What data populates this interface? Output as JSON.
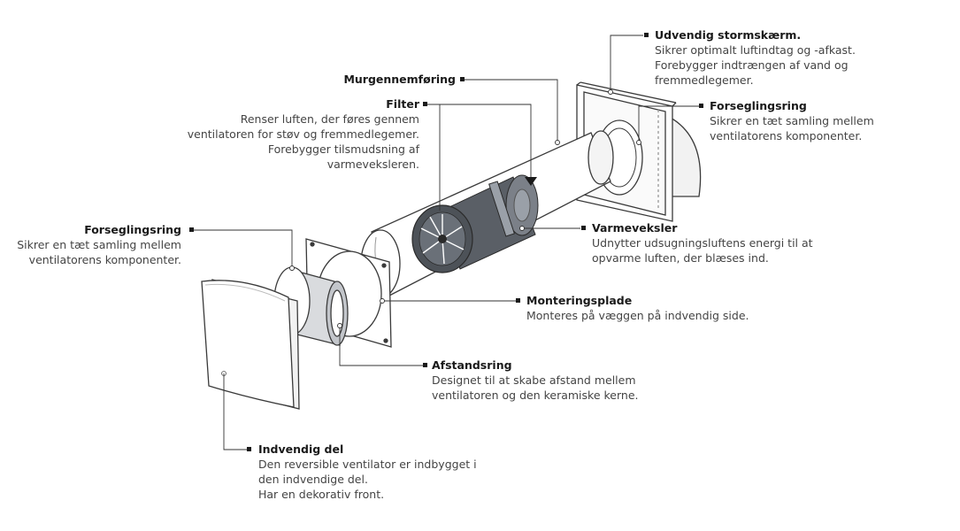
{
  "colors": {
    "line": "#333333",
    "part_fill": "#ffffff",
    "part_edge": "#3a3a3a",
    "core_dark": "#5a5f66",
    "core_mid": "#7b8088",
    "ring": "#9aa0a8"
  },
  "labels": {
    "udvendig_stormskaerm": {
      "title": "Udvendig stormskærm.",
      "desc": "Sikrer optimalt luftindtag og -afkast.\nForebygger indtrængen af vand og\nfremmedlegemer."
    },
    "forseglingsring_right": {
      "title": "Forseglingsring",
      "desc": "Sikrer en tæt samling mellem\nventilatorens komponenter."
    },
    "murgennemforing": {
      "title": "Murgennemføring",
      "desc": ""
    },
    "filter": {
      "title": "Filter",
      "desc": "Renser luften, der føres gennem\nventilatoren for støv og fremmedlegemer.\nForebygger tilsmudsning af\nvarmeveksleren."
    },
    "varmeveksler": {
      "title": "Varmeveksler",
      "desc": "Udnytter udsugningsluftens energi til at\nopvarme luften, der blæses ind."
    },
    "forseglingsring_left": {
      "title": "Forseglingsring",
      "desc": "Sikrer en tæt samling mellem\nventilatorens komponenter."
    },
    "monteringsplade": {
      "title": "Monteringsplade",
      "desc": "Monteres på væggen på indvendig side."
    },
    "afstandsring": {
      "title": "Afstandsring",
      "desc": "Designet til at skabe afstand mellem\nventilatoren og den keramiske kerne."
    },
    "indvendig_del": {
      "title": "Indvendig del",
      "desc": "Den reversible ventilator er indbygget i\nden indvendige del.\nHar en dekorativ front."
    }
  }
}
